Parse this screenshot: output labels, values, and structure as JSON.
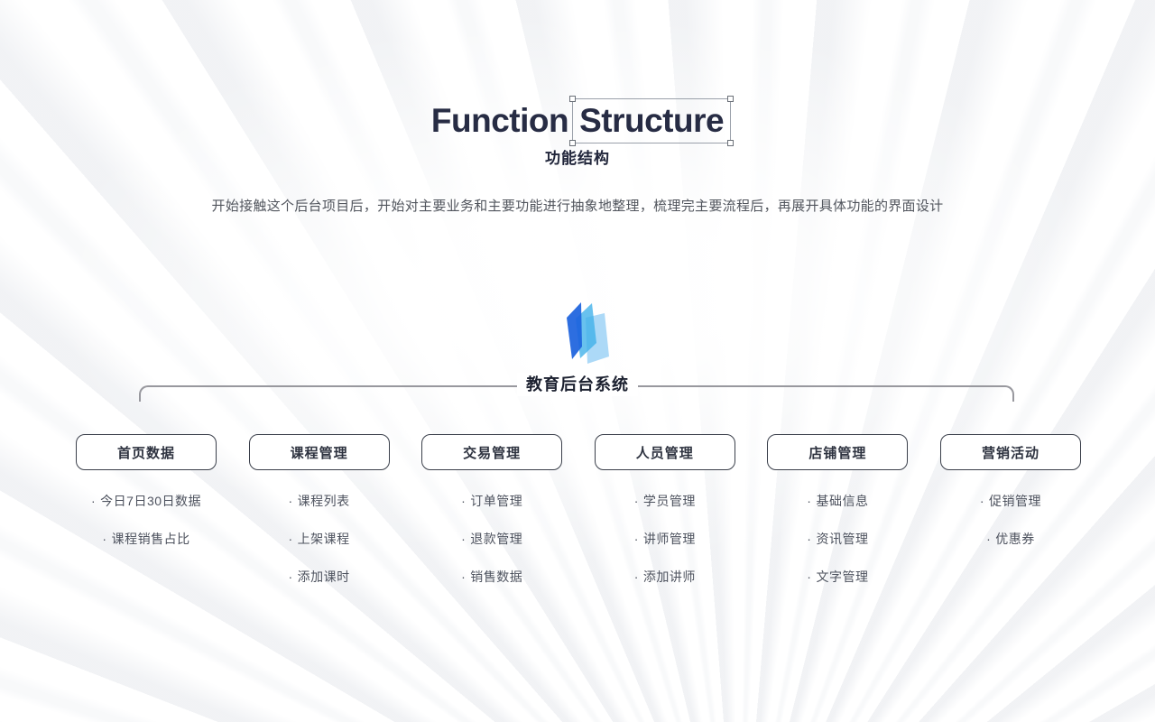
{
  "page": {
    "title_word1": "Function",
    "title_word2": "Structure",
    "title_zh": "功能结构",
    "description": "开始接触这个后台项目后，开始对主要业务和主要功能进行抽象地整理，梳理完主要流程后，再展开具体功能的界面设计"
  },
  "tree": {
    "root_label": "教育后台系统",
    "logo_icon": "book-pages-icon",
    "bullet": "·",
    "branches": [
      {
        "label": "首页数据",
        "items": [
          "今日7日30日数据",
          "课程销售占比"
        ]
      },
      {
        "label": "课程管理",
        "items": [
          "课程列表",
          "上架课程",
          "添加课时"
        ]
      },
      {
        "label": "交易管理",
        "items": [
          "订单管理",
          "退款管理",
          "销售数据"
        ]
      },
      {
        "label": "人员管理",
        "items": [
          "学员管理",
          "讲师管理",
          "添加讲师"
        ]
      },
      {
        "label": "店铺管理",
        "items": [
          "基础信息",
          "资讯管理",
          "文字管理"
        ]
      },
      {
        "label": "营销活动",
        "items": [
          "促销管理",
          "优惠券"
        ]
      }
    ]
  },
  "colors": {
    "title-navy": "#272c44",
    "line-gray": "#98989e",
    "border-dark": "#3a3f4a",
    "logo-dark-blue": "#1d63de",
    "logo-cyan": "#3eafe9",
    "logo-light-blue": "#a3d5f6"
  }
}
